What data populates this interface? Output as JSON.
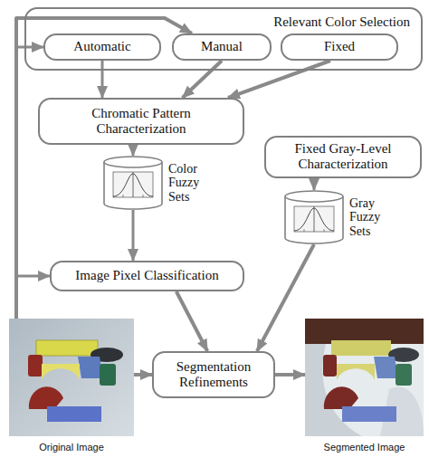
{
  "diagram": {
    "nodes": [
      {
        "text": [
          "Relevant Color Selection"
        ]
      },
      {
        "text": [
          "Automatic"
        ],
        "in": 0
      },
      {
        "text": [
          "Manual"
        ],
        "in": 0
      },
      {
        "text": [
          "Fixed"
        ],
        "in": 0
      },
      {
        "text": [
          "Chromatic Pattern Characterization"
        ]
      },
      {
        "text": [
          "Color Fuzzy Sets"
        ]
      },
      {
        "text": [
          "Fixed Gray-Level Characterization"
        ]
      },
      {
        "text": [
          "Gray Fuzzy Sets"
        ]
      },
      {
        "text": [
          "Image Pixel Classification"
        ]
      },
      {
        "text": [
          "Original Image"
        ]
      },
      {
        "text": [
          "Segmentation Refinements"
        ]
      },
      {
        "text": [
          "Segmented Image"
        ]
      }
    ],
    "edges": [
      {
        "from": 9,
        "to": 1,
        "arrow": "to"
      },
      {
        "from": 9,
        "to": 2,
        "arrow": "to"
      },
      {
        "from": 9,
        "to": 8,
        "arrow": "to"
      },
      {
        "from": 1,
        "to": 4,
        "arrow": "to"
      },
      {
        "from": 2,
        "to": 4,
        "arrow": "to"
      },
      {
        "from": 3,
        "to": 4,
        "arrow": "to"
      },
      {
        "from": 4,
        "to": 5,
        "arrow": "to"
      },
      {
        "from": 5,
        "to": 8,
        "arrow": "to"
      },
      {
        "from": 6,
        "to": 7,
        "arrow": "to"
      },
      {
        "from": 8,
        "to": 10,
        "arrow": "to"
      },
      {
        "from": 7,
        "to": 10,
        "arrow": "to"
      },
      {
        "from": 9,
        "to": 10,
        "arrow": "to"
      },
      {
        "from": 10,
        "to": 11,
        "arrow": "to"
      }
    ]
  }
}
